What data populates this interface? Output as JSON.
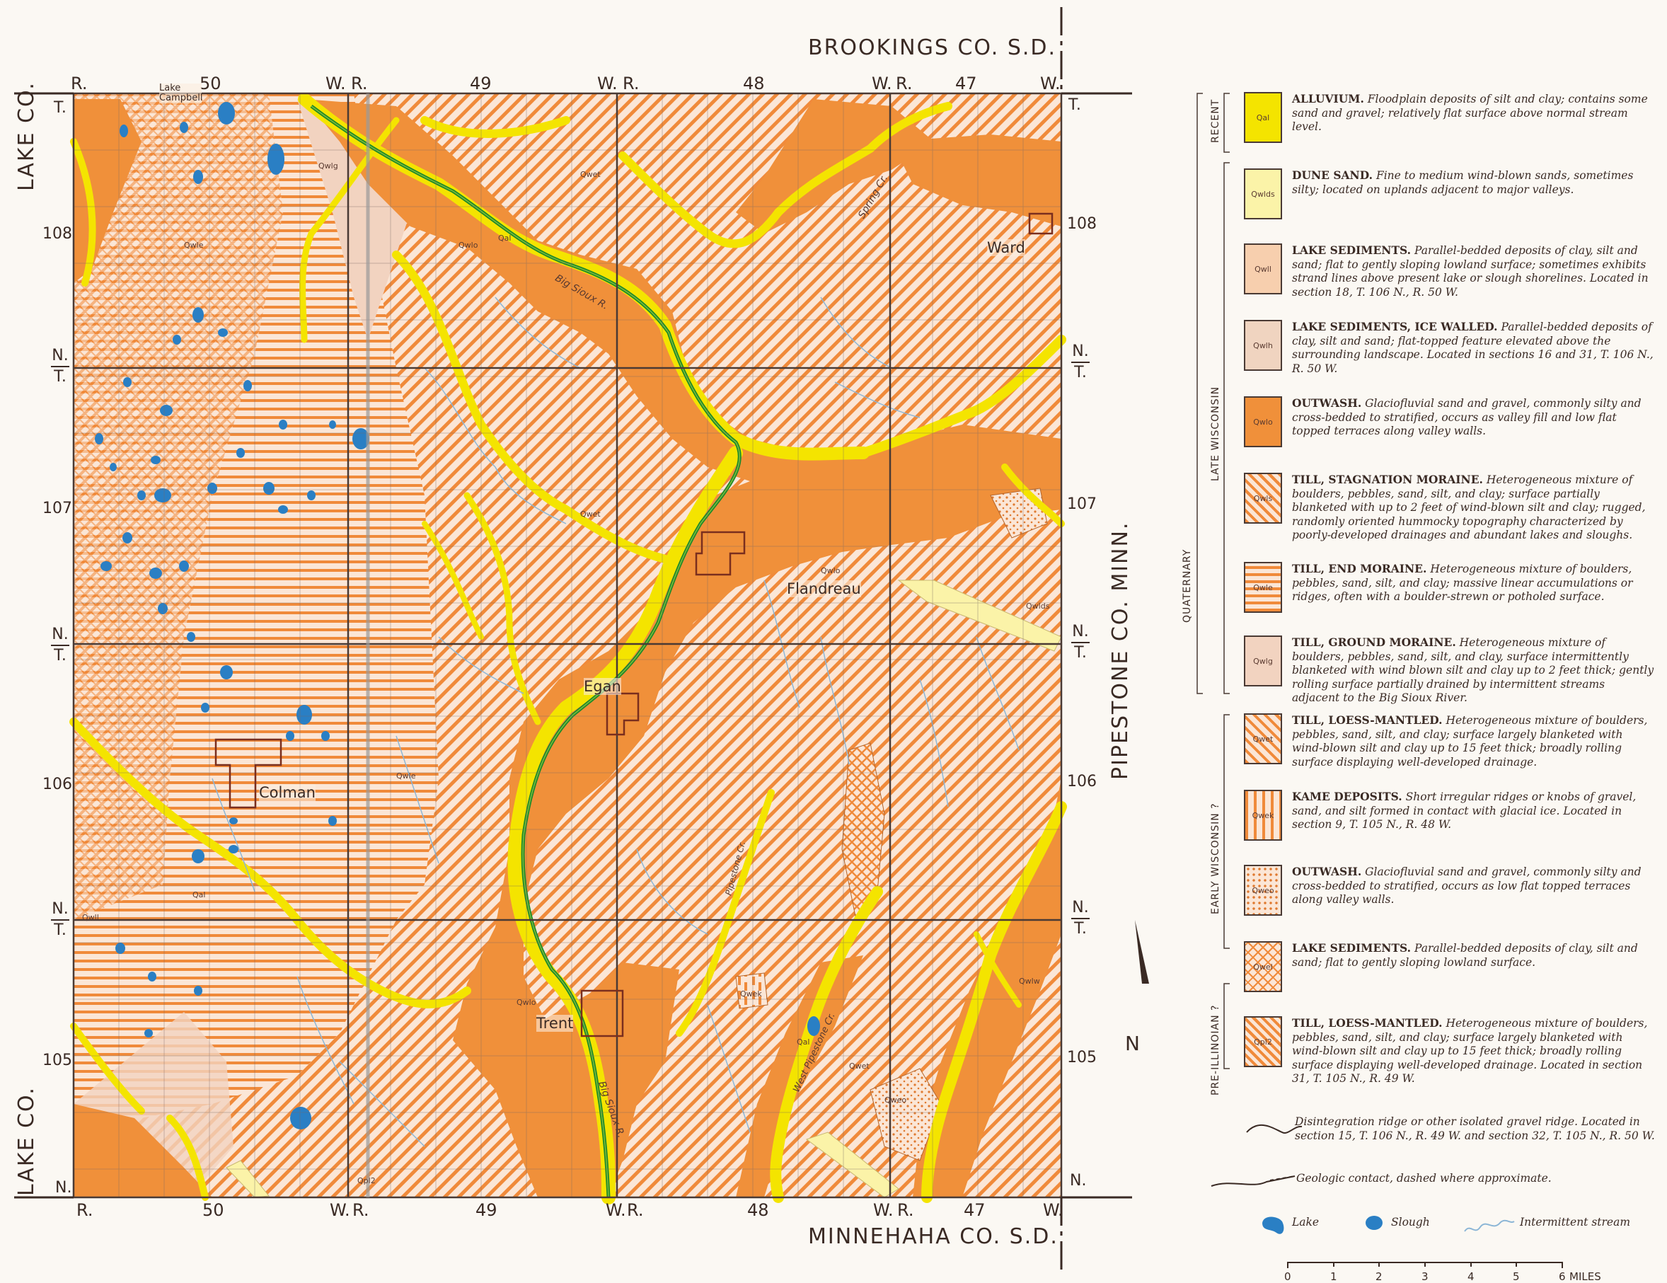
{
  "map": {
    "counties": {
      "north": "BROOKINGS CO. S.D.",
      "south": "MINNEHAHA CO. S.D.",
      "west_top": "LAKE CO.",
      "west_bottom": "LAKE CO.",
      "east": "PIPESTONE CO. MINN."
    },
    "range_labels": [
      "R.",
      "50",
      "W.",
      "R.",
      "49",
      "W.",
      "R.",
      "48",
      "W.",
      "R.",
      "47",
      "W."
    ],
    "township_numbers": [
      "108",
      "107",
      "106",
      "105"
    ],
    "township_marks": {
      "t": "T.",
      "n": "N."
    },
    "towns": [
      "Lake Campbell",
      "Ward",
      "Flandreau",
      "Egan",
      "Colman",
      "Trent"
    ],
    "streams": [
      "Big Sioux R.",
      "Spring Cr.",
      "Big Sioux R.",
      "Pipestone Cr.",
      "West Pipestone Cr."
    ],
    "unit_labels_on_map": [
      "Qal",
      "Qwlds",
      "Qwll",
      "Qwlo",
      "Qwle",
      "Qwlg",
      "Qwet",
      "Qweo",
      "Qwek",
      "Qwlw",
      "Qpl2"
    ],
    "north_arrow": "N"
  },
  "legend": {
    "eras": {
      "recent": "RECENT",
      "late_wisconsin": "LATE WISCONSIN",
      "quaternary": "QUATERNARY",
      "early_wisconsin": "EARLY WISCONSIN ?",
      "pre_illinoian": "PRE-ILLINOIAN ?"
    },
    "units": [
      {
        "code": "Qal",
        "color": "#f4e400",
        "pattern": "solid",
        "title": "ALLUVIUM.",
        "text": "Floodplain deposits of silt and clay; contains some sand and gravel; relatively flat surface above normal stream level."
      },
      {
        "code": "Qwlds",
        "color": "#fbf3a8",
        "pattern": "solid",
        "title": "DUNE SAND.",
        "text": "Fine to medium wind-blown sands, sometimes silty; located on uplands adjacent to major valleys."
      },
      {
        "code": "Qwll",
        "color": "#f7cfae",
        "pattern": "solid",
        "title": "LAKE SEDIMENTS.",
        "text": "Parallel-bedded deposits of clay, silt and sand; flat to gently sloping lowland surface; sometimes exhibits strand lines above present lake or slough shorelines. Located in section 18, T. 106 N., R. 50 W."
      },
      {
        "code": "Qwlh",
        "color": "#f0d4c0",
        "pattern": "solid",
        "title": "LAKE SEDIMENTS, ICE WALLED.",
        "text": "Parallel-bedded deposits of clay, silt and sand; flat-topped feature elevated above the surrounding landscape. Located in sections 16 and 31, T. 106 N., R. 50 W."
      },
      {
        "code": "Qwlo",
        "color": "#f0903a",
        "pattern": "solid",
        "title": "OUTWASH.",
        "text": "Glaciofluvial sand and gravel, commonly silty and cross-bedded to stratified, occurs as valley fill and low flat topped terraces along valley walls."
      },
      {
        "code": "Qwls",
        "color": "#f0903a",
        "pattern": "crosshatch",
        "title": "TILL, STAGNATION MORAINE.",
        "text": "Heterogeneous mixture of boulders, pebbles, sand, silt, and clay; surface partially blanketed with up to 2 feet of wind-blown silt and clay; rugged, randomly oriented hummocky topography characterized by poorly-developed drainages and abundant lakes and sloughs."
      },
      {
        "code": "Qwle",
        "color": "#f0903a",
        "pattern": "horizontal",
        "title": "TILL, END MORAINE.",
        "text": "Heterogeneous mixture of boulders, pebbles, sand, silt, and clay; massive linear accumulations or ridges, often with a boulder-strewn or potholed surface."
      },
      {
        "code": "Qwlg",
        "color": "#f2d3c0",
        "pattern": "solid",
        "title": "TILL, GROUND MORAINE.",
        "text": "Heterogeneous mixture of boulders, pebbles, sand, silt, and clay, surface intermittently blanketed with wind blown silt and clay up to 2 feet thick; gently rolling surface partially drained by intermittent streams adjacent to the Big Sioux River."
      },
      {
        "code": "Qwet",
        "color": "#f0903a",
        "pattern": "diagonal",
        "title": "TILL, LOESS-MANTLED.",
        "text": "Heterogeneous mixture of boulders, pebbles, sand, silt, and clay; surface largely blanketed with wind-blown silt and clay up to 15 feet thick; broadly rolling surface displaying well-developed drainage."
      },
      {
        "code": "Qwek",
        "color": "#f0903a",
        "pattern": "kame",
        "title": "KAME DEPOSITS.",
        "text": "Short irregular ridges or knobs of gravel, sand, and silt formed in contact with glacial ice. Located in section 9, T. 105 N., R. 48 W."
      },
      {
        "code": "Qweo",
        "color": "#f0903a",
        "pattern": "dots",
        "title": "OUTWASH.",
        "text": "Glaciofluvial sand and gravel, commonly silty and cross-bedded to stratified, occurs as low flat topped terraces along valley walls."
      },
      {
        "code": "Qwel",
        "color": "#f0903a",
        "pattern": "crosshatch-fine",
        "title": "LAKE SEDIMENTS.",
        "text": "Parallel-bedded deposits of clay, silt and sand; flat to gently sloping lowland surface."
      },
      {
        "code": "Qpl2",
        "color": "#f0903a",
        "pattern": "diagonal-dense",
        "title": "TILL, LOESS-MANTLED.",
        "text": "Heterogeneous mixture of boulders, pebbles, sand, silt, and clay; surface largely blanketed with wind-blown silt and clay up to 15 feet thick; broadly rolling surface displaying well-developed drainage. Located in section 31, T. 105 N., R. 49 W."
      }
    ],
    "symbols": {
      "ridge": "Disintegration ridge or other isolated gravel ridge. Located in section 15, T. 106 N., R. 49 W. and section 32, T. 105 N., R. 50 W.",
      "contact": "Geologic contact, dashed where approximate.",
      "lake": "Lake",
      "slough": "Slough",
      "stream": "Intermittent stream"
    },
    "scale": {
      "ticks": [
        "0",
        "1",
        "2",
        "3",
        "4",
        "5",
        "6"
      ],
      "unit": "MILES"
    }
  }
}
